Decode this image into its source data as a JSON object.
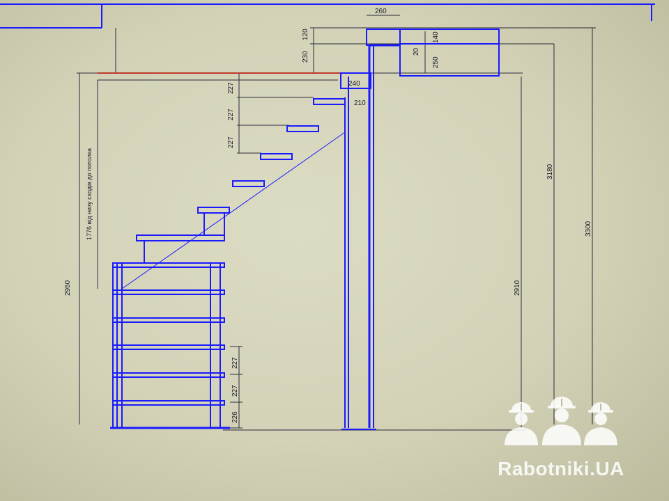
{
  "drawing": {
    "top_dims": {
      "w260": "260",
      "h120": "120",
      "h230": "230",
      "h140": "140",
      "h20": "20",
      "h250": "250"
    },
    "step_dims": {
      "w240": "240",
      "w210": "210",
      "rise1": "227",
      "rise2": "227",
      "rise3": "227"
    },
    "bottom_rises": {
      "r1": "227",
      "r2": "227",
      "r3": "226"
    },
    "total_dims": {
      "h2950": "2950",
      "h2910": "2910",
      "h3180": "3180",
      "h3300": "3300"
    },
    "vertical_note": "1776 від низу сходів до потолка"
  },
  "watermark": {
    "text": "Rabotniki.UA",
    "icon": "workers-helmets-icon"
  },
  "colors": {
    "line_blue": "#1a1aff",
    "dim_dark": "#2a2a3a",
    "ceiling_red": "#c0392b"
  }
}
